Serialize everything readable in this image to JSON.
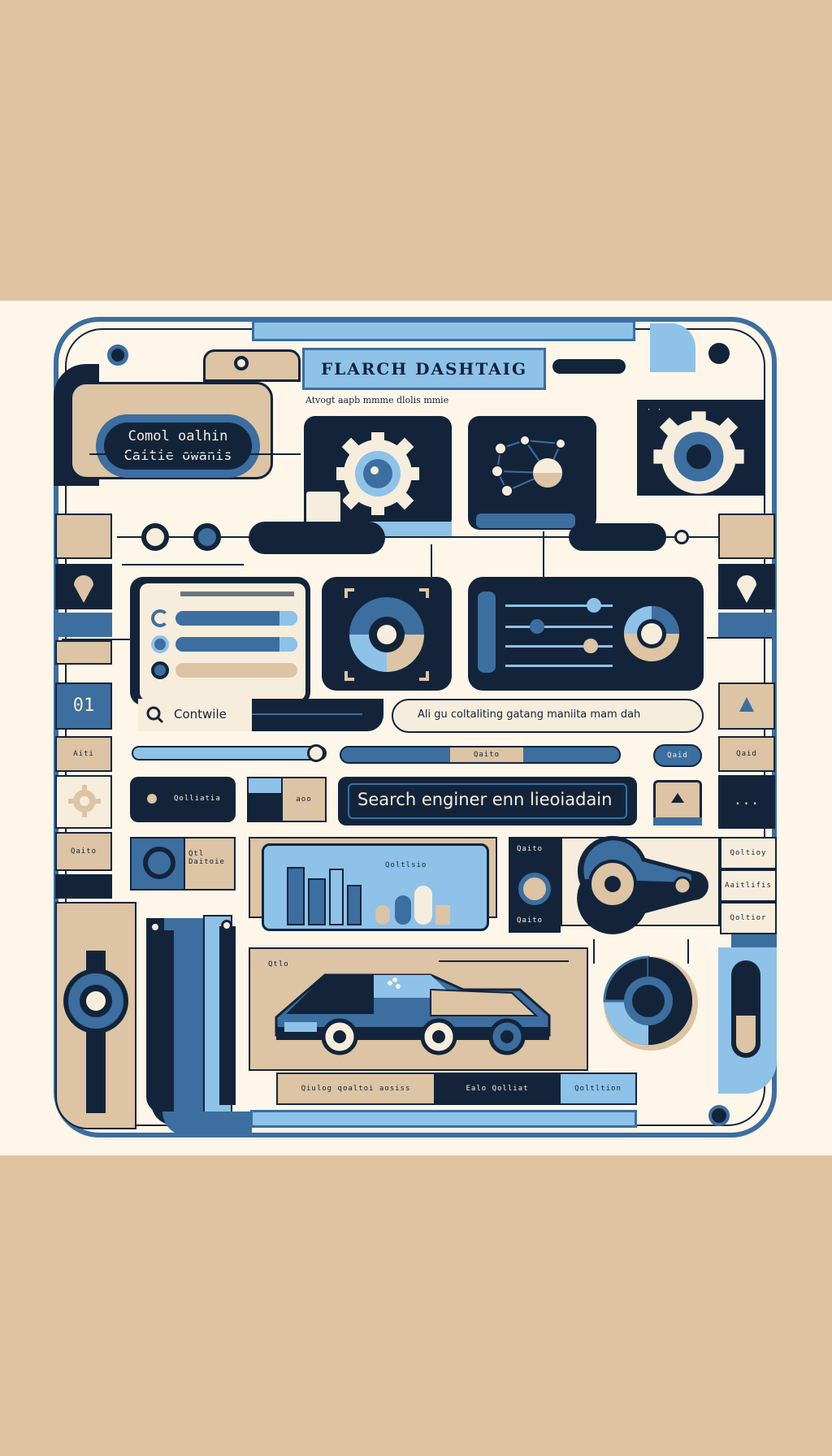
{
  "header": {
    "title": "FLARCH DASHTAIG",
    "subtitle": "Atvogt aapb mmme dlolis mmie"
  },
  "controls_card": {
    "line1": "Comol oalhin",
    "line2": "Caitie owanis"
  },
  "search_small": {
    "label": "Contwile"
  },
  "info_bar": {
    "text": "Ali gu coltaliting gatang maniita mam dah"
  },
  "search_main": {
    "text": "Search enginer enn lieoiadain"
  },
  "left_rail": {
    "number_badge": "01",
    "tag_1": "Aiti",
    "tag_2": "Qaito"
  },
  "right_rail": {
    "tag_1": "Qaid",
    "tag_2": "..."
  },
  "sliders_row": {
    "center_label": "Qaito",
    "right_button": "Qaid"
  },
  "toolbar_row": {
    "toggle_label": "Qolliatia",
    "mid_label": "aoo"
  },
  "status_panel": {
    "line1": "Qtl",
    "line2": "Daitoie"
  },
  "chart_card": {
    "label": "Qoltlsio"
  },
  "knob_panel": {
    "label_top": "Qaito",
    "label_bottom": "Qaito"
  },
  "side_list": {
    "items": [
      "Qoltioy",
      "Aaitlifis",
      "Qoltior"
    ]
  },
  "vehicle_panel": {
    "label": "Qtlo"
  },
  "footer_bar": {
    "seg1": "Qiulog qoaltoi aosiss",
    "seg2": "Ealo Qolliat",
    "seg3": "Qoltltion"
  },
  "palette": {
    "navy": "#13243a",
    "blue": "#3c6e9f",
    "light_blue": "#8ec2e8",
    "sand": "#dcc4a4",
    "cream": "#f7eddc",
    "band": "#dfc29f"
  },
  "icons": [
    "gear-icon",
    "network-icon",
    "donut-icon",
    "search-icon",
    "pin-icon",
    "triangle-up-icon",
    "vehicle-icon",
    "dots-icon"
  ]
}
